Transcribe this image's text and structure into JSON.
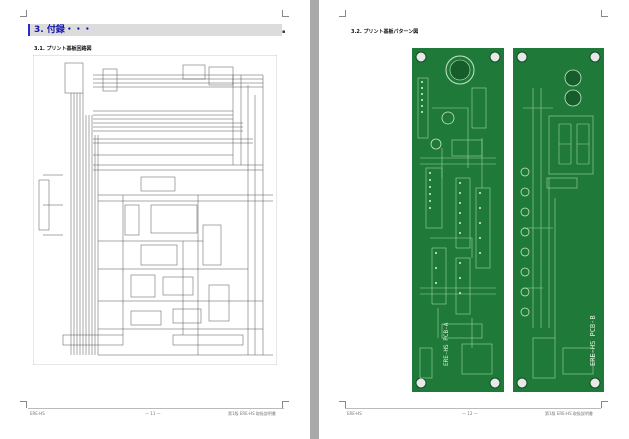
{
  "left_page": {
    "section_title": "3. 付録・・・",
    "subsection_title": "3.1. プリント基板回路図",
    "footer": {
      "left": "ERE-HS",
      "center": "— 11 —",
      "right": "第1版 ERE-HS 取扱説明書"
    }
  },
  "right_page": {
    "subsection_title": "3.2. プリント基板パターン図",
    "board_a_label": "ERE-HS PCB-A",
    "board_b_label": "ERE-HS PCB-B",
    "footer": {
      "left": "ERE-HS",
      "center": "— 12 —",
      "right": "第1版 ERE-HS 取扱説明書"
    }
  },
  "colors": {
    "pcb_green": "#1f7a3a",
    "pcb_dark": "#155e2b",
    "title_blue": "#1111aa",
    "divider": "#a9a9a9"
  }
}
